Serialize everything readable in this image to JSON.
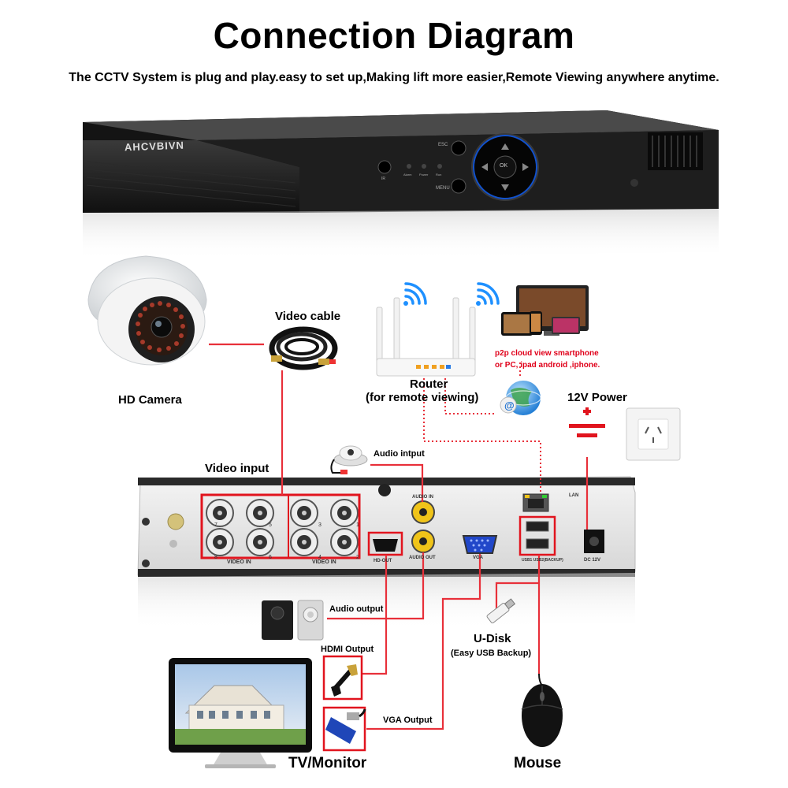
{
  "title": "Connection Diagram",
  "subtitle": "The CCTV System is plug and play.easy to set up,Making lift more easier,Remote Viewing anywhere anytime.",
  "dvr_front": {
    "brand": "AHCVBIVN",
    "buttons": {
      "esc": "ESC",
      "menu": "MENU",
      "ok": "OK",
      "ir": "IR"
    },
    "leds": [
      "Alarm",
      "Power",
      "Run"
    ]
  },
  "labels": {
    "hd_camera": "HD Camera",
    "video_cable": "Video cable",
    "router": "Router",
    "router_note": "(for remote viewing)",
    "p2p_line1": "p2p cloud  view smartphone",
    "p2p_line2": "or PC, ipad android ,iphone.",
    "power": "12V Power",
    "video_input": "Video input",
    "audio_input": "Audio intput",
    "audio_output": "Audio output",
    "hdmi_output": "HDMI Output",
    "vga_output": "VGA Output",
    "udisk": "U-Disk",
    "udisk_note": "(Easy USB Backup)",
    "tv_monitor": "TV/Monitor",
    "mouse": "Mouse"
  },
  "dvr_back": {
    "video_in_left": "VIDEO IN",
    "video_in_right": "VIDEO IN",
    "audio_in": "AUDIO IN",
    "audio_out": "AUDIO OUT",
    "hd_out": "HD-OUT",
    "vga": "VGA",
    "lan": "LAN",
    "usb": "USB1 USB2(BACKUP)",
    "dc": "DC 12V",
    "ports_left": [
      "7",
      "5",
      "8",
      "6"
    ],
    "ports_right": [
      "3",
      "1",
      "4",
      "2"
    ]
  },
  "colors": {
    "wire": "#e8303a",
    "wire_dotted": "#e8303a",
    "highlight_box": "#e1141e",
    "wifi": "#1e90ff",
    "dvr_body": "#1b1b1b"
  },
  "icons": [
    "camera-icon",
    "cable-icon",
    "router-icon",
    "wifi-icon",
    "devices-icon",
    "globe-icon",
    "power-socket-icon",
    "speaker-icon",
    "hdmi-icon",
    "vga-icon",
    "usb-drive-icon",
    "mouse-icon",
    "monitor-icon",
    "microphone-icon"
  ]
}
